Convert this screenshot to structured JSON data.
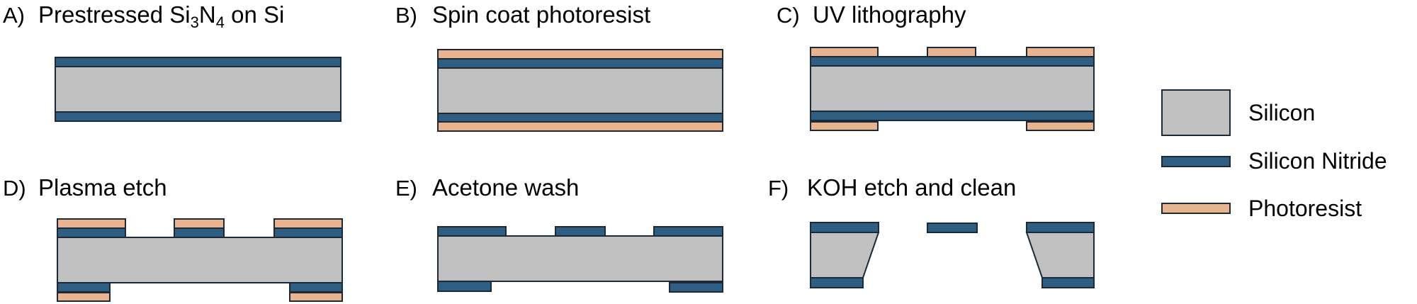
{
  "colors": {
    "silicon": "#c0c0c0",
    "nitride": "#2e5f83",
    "photoresist": "#eab38f",
    "outline": "#1b2a36",
    "text": "#000000"
  },
  "steps": [
    {
      "letter": "A)",
      "title_html": "Prestressed Si<tspan baseline-shift=\"-30%\" font-size=\"22\">3</tspan>N<tspan baseline-shift=\"-30%\" font-size=\"22\">4</tspan> on Si",
      "title_plain": "Prestressed Si3N4 on Si"
    },
    {
      "letter": "B)",
      "title_plain": "Spin coat photoresist"
    },
    {
      "letter": "C)",
      "title_plain": "UV lithography"
    },
    {
      "letter": "D)",
      "title_plain": "Plasma etch"
    },
    {
      "letter": "E)",
      "title_plain": "Acetone wash"
    },
    {
      "letter": "F)",
      "title_plain": "KOH etch and clean"
    }
  ],
  "legend": [
    {
      "key": "silicon",
      "label": "Silicon"
    },
    {
      "key": "nitride",
      "label": "Silicon Nitride"
    },
    {
      "key": "photoresist",
      "label": "Photoresist"
    }
  ]
}
